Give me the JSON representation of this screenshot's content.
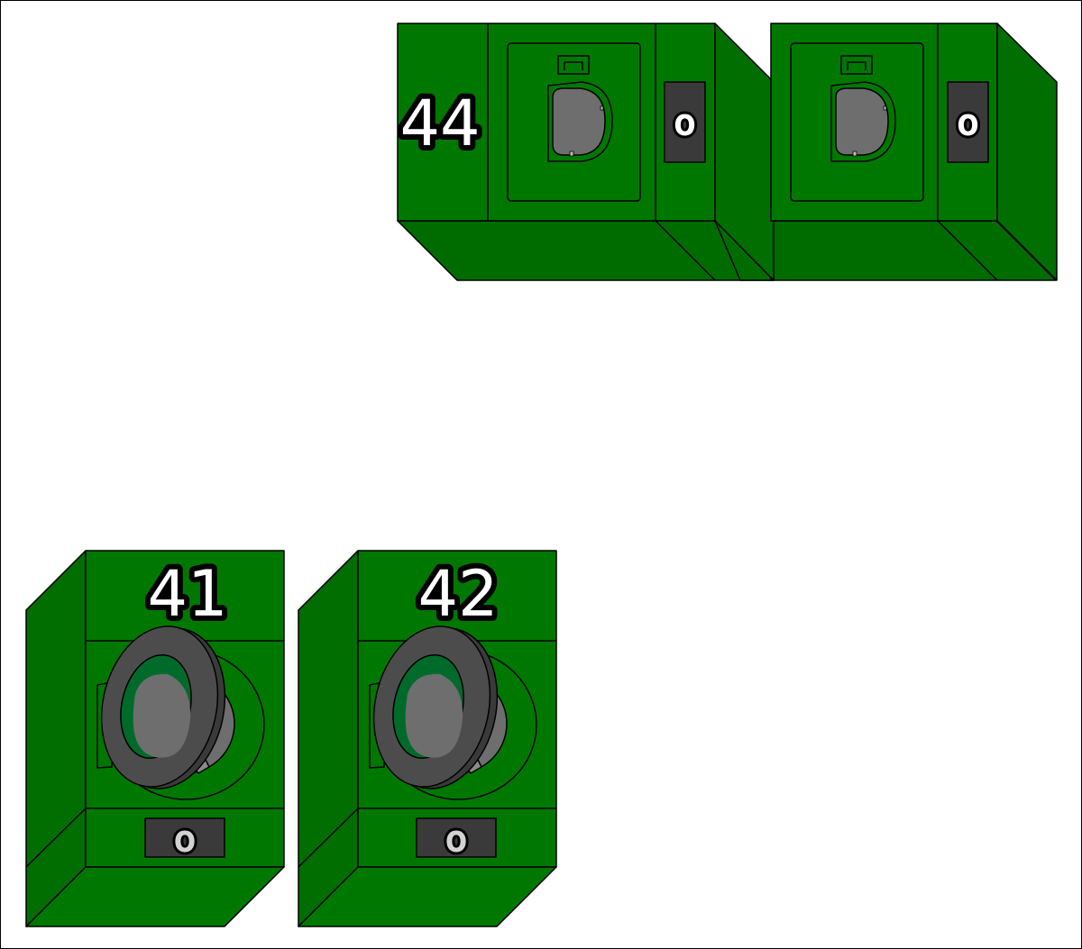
{
  "colors": {
    "front": "#007800",
    "side": "#006e00",
    "bottom": "#006c00",
    "panel": "#3a3a3a",
    "glass": "#6e6e6e",
    "outline": "#000000"
  },
  "machines": [
    {
      "id": "washer-41",
      "kind": "front-loader",
      "door": "open",
      "number_label": "41",
      "counter_label": "o"
    },
    {
      "id": "washer-42",
      "kind": "front-loader",
      "door": "open",
      "number_label": "42",
      "counter_label": "o"
    },
    {
      "id": "dryer-44",
      "kind": "stacked-dryer",
      "door": "closed",
      "number_label": "44",
      "counter_label": "o"
    },
    {
      "id": "dryer-44b",
      "kind": "stacked-dryer",
      "door": "closed",
      "number_label": "",
      "counter_label": "o"
    }
  ]
}
